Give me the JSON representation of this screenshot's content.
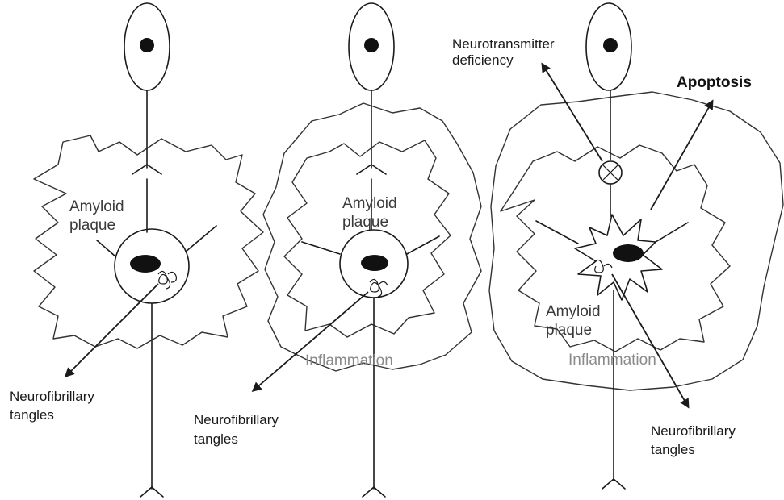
{
  "labels": {
    "panel1": {
      "plaque_line1": "Amyloid",
      "plaque_line2": "plaque",
      "tangles_line1": "Neurofibrillary",
      "tangles_line2": "tangles"
    },
    "panel2": {
      "plaque_line1": "Amyloid",
      "plaque_line2": "plaque",
      "inflammation": "Inflammation",
      "tangles_line1": "Neurofibrillary",
      "tangles_line2": "tangles"
    },
    "panel3": {
      "neurotransmitter_line1": "Neurotransmitter",
      "neurotransmitter_line2": "deficiency",
      "apoptosis": "Apoptosis",
      "plaque_line1": "Amyloid",
      "plaque_line2": "plaque",
      "inflammation": "Inflammation",
      "tangles_line1": "Neurofibrillary",
      "tangles_line2": "tangles"
    }
  },
  "colors": {
    "ink": "#1a1a1a",
    "label": "#3a3a3a",
    "faded_label": "#8a8a8a"
  }
}
